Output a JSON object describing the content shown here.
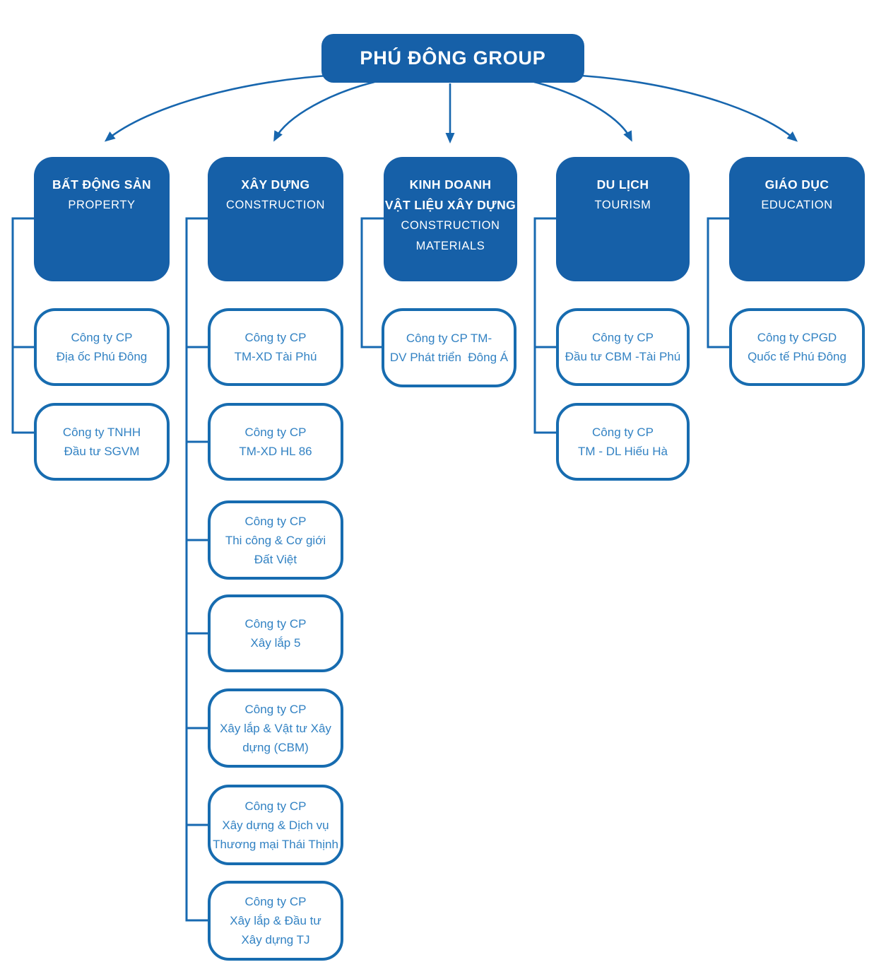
{
  "root": {
    "label": "PHÚ ĐÔNG GROUP"
  },
  "colors": {
    "box_fill": "#1660a8",
    "connector_line": "#1769b1",
    "child_border": "#176cb0",
    "child_text": "#3282c3",
    "background": "#ffffff"
  },
  "columns": [
    {
      "id": "property",
      "title_lines": [
        "BẤT ĐỘNG SẢN"
      ],
      "subtitle_lines": [
        "PROPERTY"
      ],
      "children": [
        {
          "lines": [
            "Công ty CP",
            "Địa ốc Phú Đông"
          ]
        },
        {
          "lines": [
            "Công ty TNHH",
            "Đầu tư SGVM"
          ]
        }
      ]
    },
    {
      "id": "construction",
      "title_lines": [
        "XÂY DỰNG"
      ],
      "subtitle_lines": [
        "CONSTRUCTION"
      ],
      "children": [
        {
          "lines": [
            "Công ty CP",
            "TM-XD Tài Phú"
          ]
        },
        {
          "lines": [
            "Công ty CP",
            "TM-XD HL 86"
          ]
        },
        {
          "lines": [
            "Công ty CP",
            "Thi công & Cơ giới",
            "Đất Việt"
          ]
        },
        {
          "lines": [
            "Công ty CP",
            "Xây lắp 5"
          ]
        },
        {
          "lines": [
            "Công ty CP",
            "Xây lắp & Vật tư Xây",
            "dựng (CBM)"
          ]
        },
        {
          "lines": [
            "Công ty CP",
            "Xây dựng & Dịch vụ",
            "Thương mại Thái Thịnh"
          ]
        },
        {
          "lines": [
            "Công ty CP",
            "Xây lắp & Đầu tư",
            "Xây dựng TJ"
          ]
        }
      ]
    },
    {
      "id": "construction-materials",
      "title_lines": [
        "KINH DOANH",
        "VẬT LIỆU XÂY DỰNG"
      ],
      "subtitle_lines": [
        "CONSTRUCTION",
        "MATERIALS"
      ],
      "children": [
        {
          "lines": [
            "Công ty CP TM-",
            "DV Phát triển  Đông Á"
          ]
        }
      ]
    },
    {
      "id": "tourism",
      "title_lines": [
        "DU LỊCH"
      ],
      "subtitle_lines": [
        "TOURISM"
      ],
      "children": [
        {
          "lines": [
            "Công ty CP",
            "Đầu tư CBM -Tài Phú"
          ]
        },
        {
          "lines": [
            "Công ty CP",
            "TM - DL Hiếu Hà"
          ]
        }
      ]
    },
    {
      "id": "education",
      "title_lines": [
        "GIÁO DỤC"
      ],
      "subtitle_lines": [
        "EDUCATION"
      ],
      "children": [
        {
          "lines": [
            "Công ty CPGD",
            "Quốc tế Phú Đông"
          ]
        }
      ]
    }
  ]
}
